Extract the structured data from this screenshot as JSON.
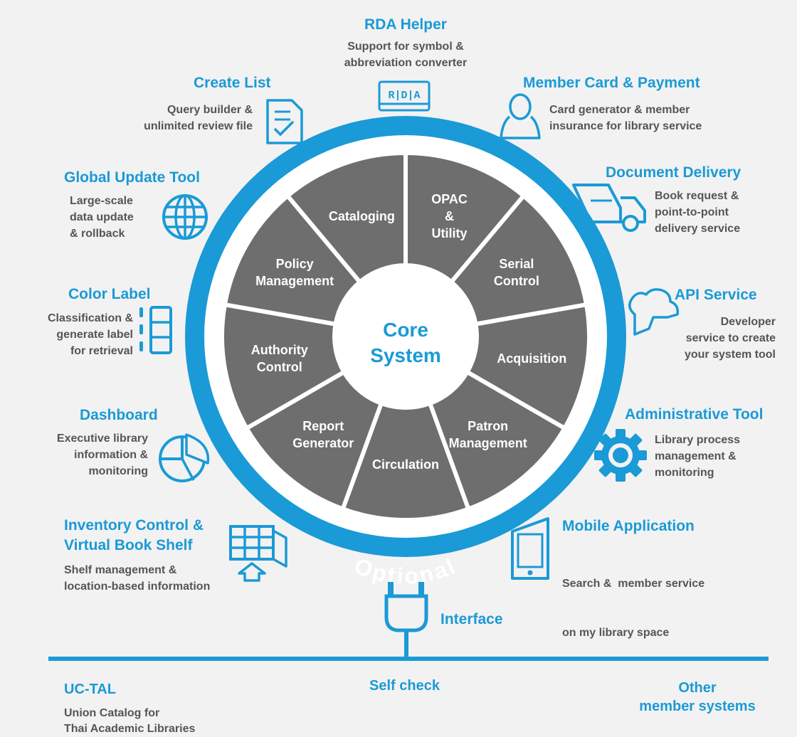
{
  "colors": {
    "accent": "#1a9ad6",
    "segment": "#6e6e6e",
    "text_gray": "#555555",
    "background": "#f2f2f2"
  },
  "core": {
    "title_line1": "Core",
    "title_line2": "System"
  },
  "ring": {
    "label": "Optional"
  },
  "segments": [
    {
      "label_lines": [
        "OPAC",
        "&",
        "Utility"
      ]
    },
    {
      "label_lines": [
        "Serial",
        "Control"
      ]
    },
    {
      "label_lines": [
        "Acquisition"
      ]
    },
    {
      "label_lines": [
        "Patron",
        "Management"
      ]
    },
    {
      "label_lines": [
        "Circulation"
      ]
    },
    {
      "label_lines": [
        "Report",
        "Generator"
      ]
    },
    {
      "label_lines": [
        "Authority",
        "Control"
      ]
    },
    {
      "label_lines": [
        "Policy",
        "Management"
      ]
    },
    {
      "label_lines": [
        "Cataloging"
      ]
    }
  ],
  "modules": {
    "rda_helper": {
      "title": "RDA Helper",
      "desc": [
        "Support for symbol &",
        "abbreviation converter"
      ],
      "icon": "rda-icon",
      "icon_text": "R|D|A"
    },
    "create_list": {
      "title": "Create List",
      "desc": [
        "Query builder &",
        "unlimited review file"
      ],
      "icon": "checklist-icon"
    },
    "member_card": {
      "title": "Member Card & Payment",
      "desc": [
        "Card generator & member",
        "insurance for library service"
      ],
      "icon": "user-icon"
    },
    "global_update": {
      "title": "Global Update Tool",
      "desc": [
        "Large-scale",
        "data update",
        "& rollback"
      ],
      "icon": "globe-icon"
    },
    "document_delivery": {
      "title": "Document Delivery",
      "desc": [
        "Book request &",
        "point-to-point",
        "delivery service"
      ],
      "icon": "truck-icon"
    },
    "color_label": {
      "title": "Color Label",
      "desc": [
        "Classification &",
        "generate label",
        "for retrieval"
      ],
      "icon": "label-icon"
    },
    "api_service": {
      "title": "API Service",
      "desc": [
        "Developer",
        "service to create",
        "your system tool"
      ],
      "icon": "cloud-icon"
    },
    "dashboard": {
      "title": "Dashboard",
      "desc": [
        "Executive library",
        "information &",
        "monitoring"
      ],
      "icon": "pie-chart-icon"
    },
    "admin_tool": {
      "title": "Administrative Tool",
      "desc": [
        "Library process",
        "management &",
        "monitoring"
      ],
      "icon": "gear-icon"
    },
    "inventory": {
      "title_lines": [
        "Inventory Control &",
        "Virtual Book Shelf"
      ],
      "desc": [
        "Shelf management &",
        "location-based information"
      ],
      "icon": "shelf-icon"
    },
    "mobile_app": {
      "title": "Mobile Application",
      "desc": [
        "Search &  member service",
        "on my library space"
      ],
      "icon": "tablet-icon"
    }
  },
  "interface": {
    "label": "Interface",
    "icon": "plug-icon"
  },
  "bottom": {
    "uc_tal": {
      "title": "UC-TAL",
      "desc": [
        "Union Catalog for",
        "Thai Academic Libraries"
      ]
    },
    "self_check": {
      "title": "Self check"
    },
    "other": {
      "title_lines": [
        "Other",
        "member systems"
      ]
    }
  }
}
